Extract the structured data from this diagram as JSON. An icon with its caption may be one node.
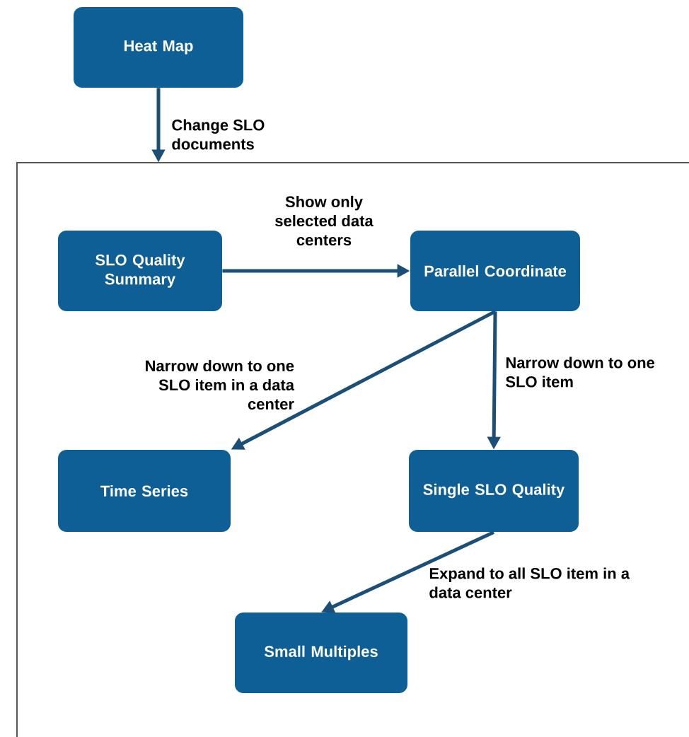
{
  "diagram": {
    "nodes": [
      {
        "text": [
          "Heat Map"
        ]
      },
      {
        "text": [],
        "shape": "box"
      },
      {
        "text": [
          "SLO Quality Summary"
        ],
        "in": 1
      },
      {
        "text": [
          "Parallel Coordinate"
        ],
        "in": 1
      },
      {
        "text": [
          "Time Series"
        ],
        "in": 1
      },
      {
        "text": [
          "Single SLO Quality"
        ],
        "in": 1
      },
      {
        "text": [
          "Small Multiples"
        ],
        "in": 1
      }
    ],
    "edges": [
      {
        "from": 0,
        "to": 1,
        "arrow": "to",
        "label": "Change SLO documents"
      },
      {
        "from": 2,
        "to": 3,
        "arrow": "to",
        "label": "Show only selected data centers"
      },
      {
        "from": 3,
        "to": 4,
        "arrow": "to",
        "label": "Narrow down to one SLO item in a data center"
      },
      {
        "from": 3,
        "to": 5,
        "arrow": "to",
        "label": "Narrow down to one SLO item"
      },
      {
        "from": 5,
        "to": 6,
        "arrow": "to",
        "label": "Expand to all SLO item in a data center"
      }
    ]
  }
}
